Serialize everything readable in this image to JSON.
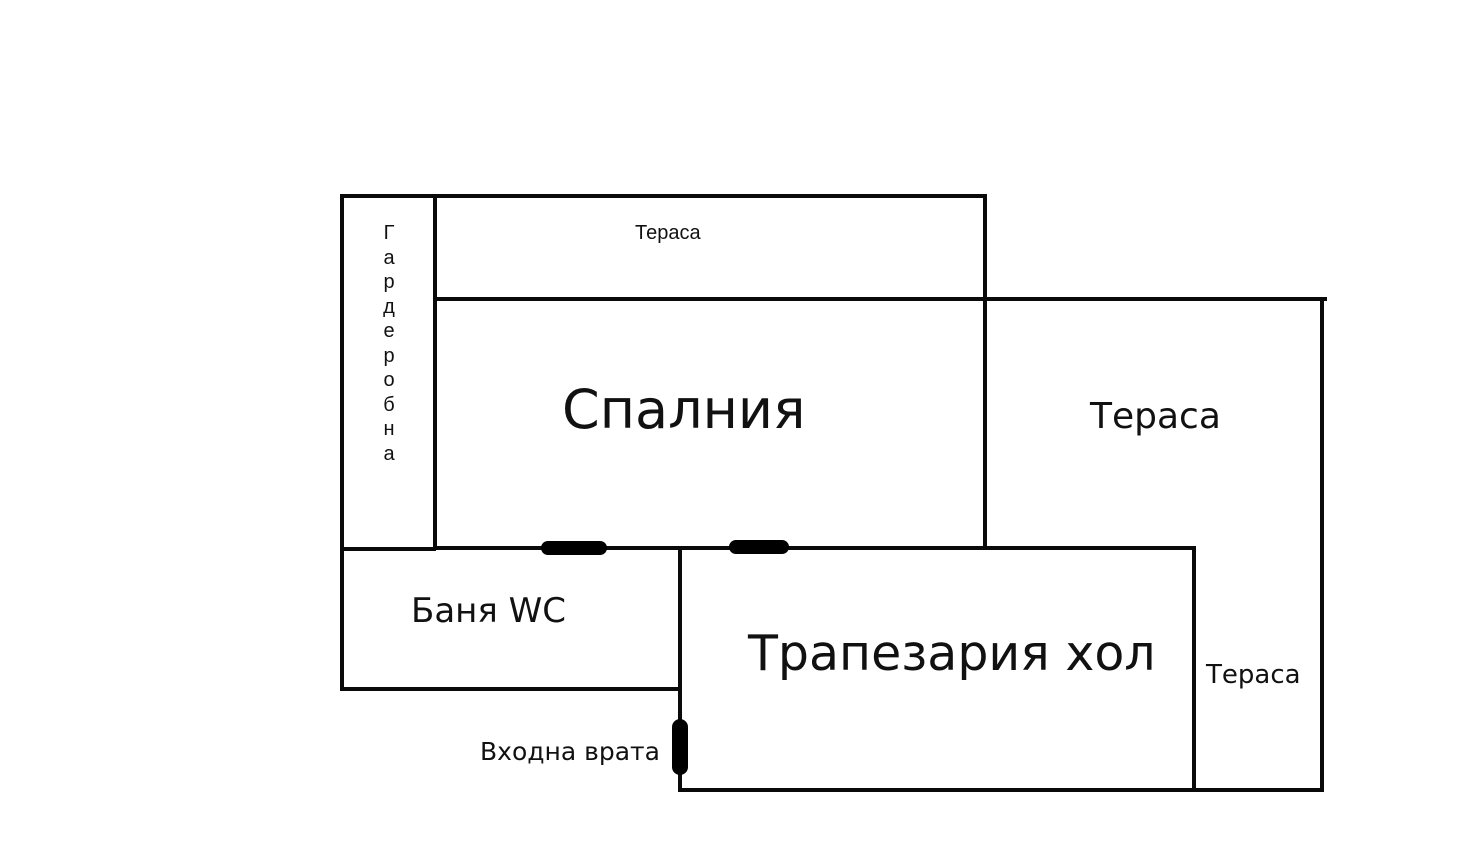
{
  "plan": {
    "rooms": {
      "wardrobe": {
        "label": "Гардеробна",
        "letters": [
          "Г",
          "а",
          "р",
          "д",
          "е",
          "р",
          "о",
          "б",
          "н",
          "а"
        ]
      },
      "terrace_top": {
        "label": "Тераса"
      },
      "bedroom": {
        "label": "Спалния"
      },
      "terrace_right": {
        "label": "Тераса"
      },
      "bathroom": {
        "label": "Баня WC"
      },
      "dining_hall": {
        "label": "Трапезария хол"
      },
      "terrace_side": {
        "label": "Тераса"
      }
    },
    "entrance": {
      "label": "Входна врата"
    },
    "colors": {
      "wall": "#0a0a0a",
      "background": "#ffffff",
      "text": "#111111"
    }
  }
}
